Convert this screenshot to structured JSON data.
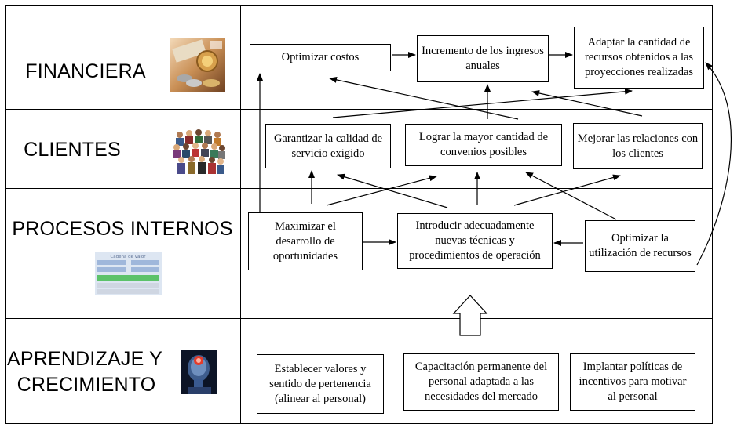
{
  "perspectives": {
    "financiera": "FINANCIERA",
    "clientes": "CLIENTES",
    "procesos": "PROCESOS INTERNOS",
    "aprendizaje_1": "APRENDIZAJE Y",
    "aprendizaje_2": "CRECIMIENTO"
  },
  "thumbnail_text": {
    "cadena_title": "Cadena de valor"
  },
  "objectives": {
    "optimizar_costos": "Optimizar costos",
    "incremento_ingresos": "Incremento de los ingresos anuales",
    "adaptar_recursos": "Adaptar la cantidad de recursos obtenidos a las proyecciones realizadas",
    "garantizar_calidad": "Garantizar la calidad de servicio exigido",
    "lograr_convenios": "Lograr la mayor cantidad de convenios posibles",
    "mejorar_relaciones": "Mejorar las relaciones con los clientes",
    "maximizar_oportunidades": "Maximizar el desarrollo de oportunidades",
    "introducir_tecnicas": "Introducir adecuadamente nuevas técnicas y procedimientos de operación",
    "optimizar_recursos": "Optimizar la utilización de recursos",
    "establecer_valores": "Establecer valores y sentido de pertenencia (alinear al personal)",
    "capacitacion": "Capacitación permanente del personal adaptada a las necesidades del mercado",
    "implantar_politicas": "Implantar políticas de incentivos para motivar al personal"
  },
  "icons": {
    "financiera": "money-coins-image",
    "clientes": "people-crowd-image",
    "procesos": "value-chain-diagram-image",
    "aprendizaje": "human-head-brain-image"
  }
}
